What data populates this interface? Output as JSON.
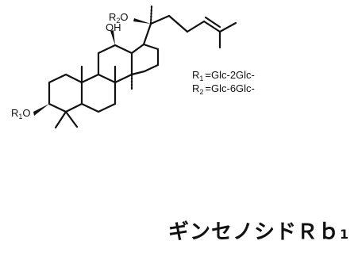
{
  "molecule": {
    "substituents": {
      "r1_group": {
        "atom_r": "R",
        "num": "1",
        "atom_o": "O"
      },
      "r2_group": {
        "atom_r": "R",
        "num": "2",
        "atom_o": "O"
      },
      "hydroxyl": "OH"
    },
    "legend": {
      "r1": {
        "sym": "R",
        "num": "1",
        "value": "=Glc-2Glc-"
      },
      "r2": {
        "sym": "R",
        "num": "2",
        "value": "=Glc-6Glc-"
      }
    }
  },
  "caption": {
    "name": "ギンセノシドＲｂ",
    "subscript": "1"
  },
  "colors": {
    "ink": "#111111",
    "background": "#ffffff"
  }
}
